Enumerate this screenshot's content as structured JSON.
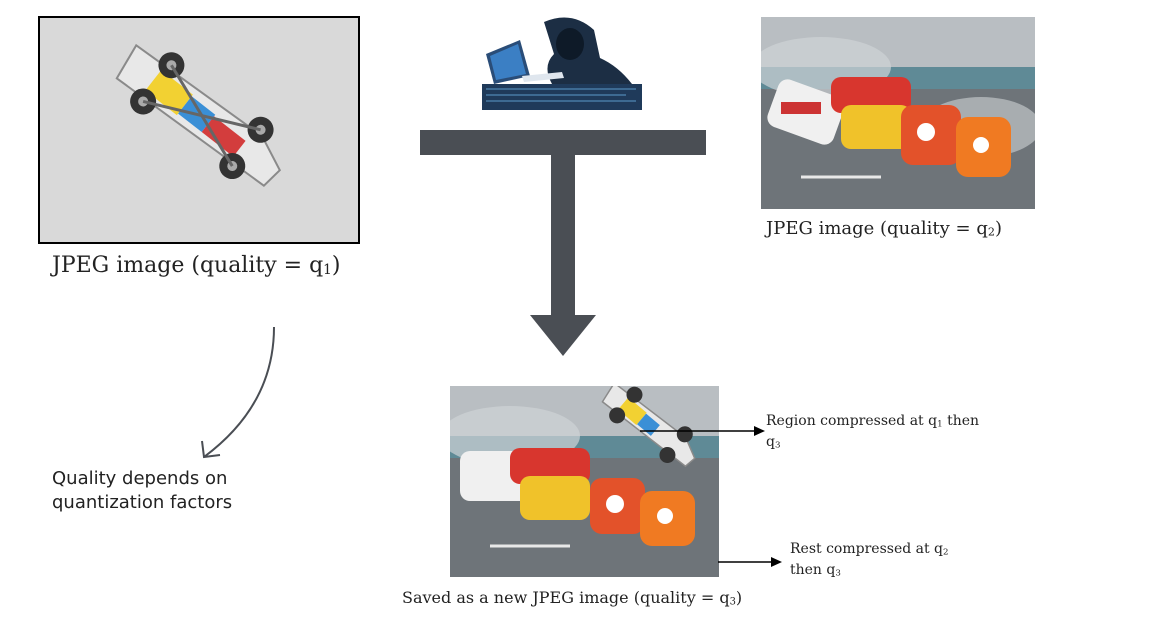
{
  "images": {
    "q1": {
      "caption_main": "JPEG image (quality = q",
      "caption_sub": "1",
      "caption_tail": ")"
    },
    "q2": {
      "caption_main": "JPEG image (quality = q",
      "caption_sub": "2",
      "caption_tail": ")"
    },
    "q3": {
      "caption_main": "Saved as a new JPEG image (quality = q",
      "caption_sub": "3",
      "caption_tail": ")"
    }
  },
  "notes": {
    "quality": {
      "line1": "Quality depends on",
      "line2": "quantization factors"
    },
    "region": {
      "part1": "Region compressed at q",
      "sub1": "1",
      "part2": " then",
      "line2_q": "q",
      "line2_sub": "3"
    },
    "rest": {
      "part1": "Rest compressed at q",
      "sub1": "2",
      "line2": "then q",
      "line2_sub": "3"
    }
  },
  "colors": {
    "arrow": "#4a4e54",
    "frame": "#000000",
    "gray_bg": "#d9d9d9",
    "track": "#6e7479"
  },
  "icons": {
    "hacker": "hacker-at-laptop-icon",
    "car": "race-car-icon"
  }
}
